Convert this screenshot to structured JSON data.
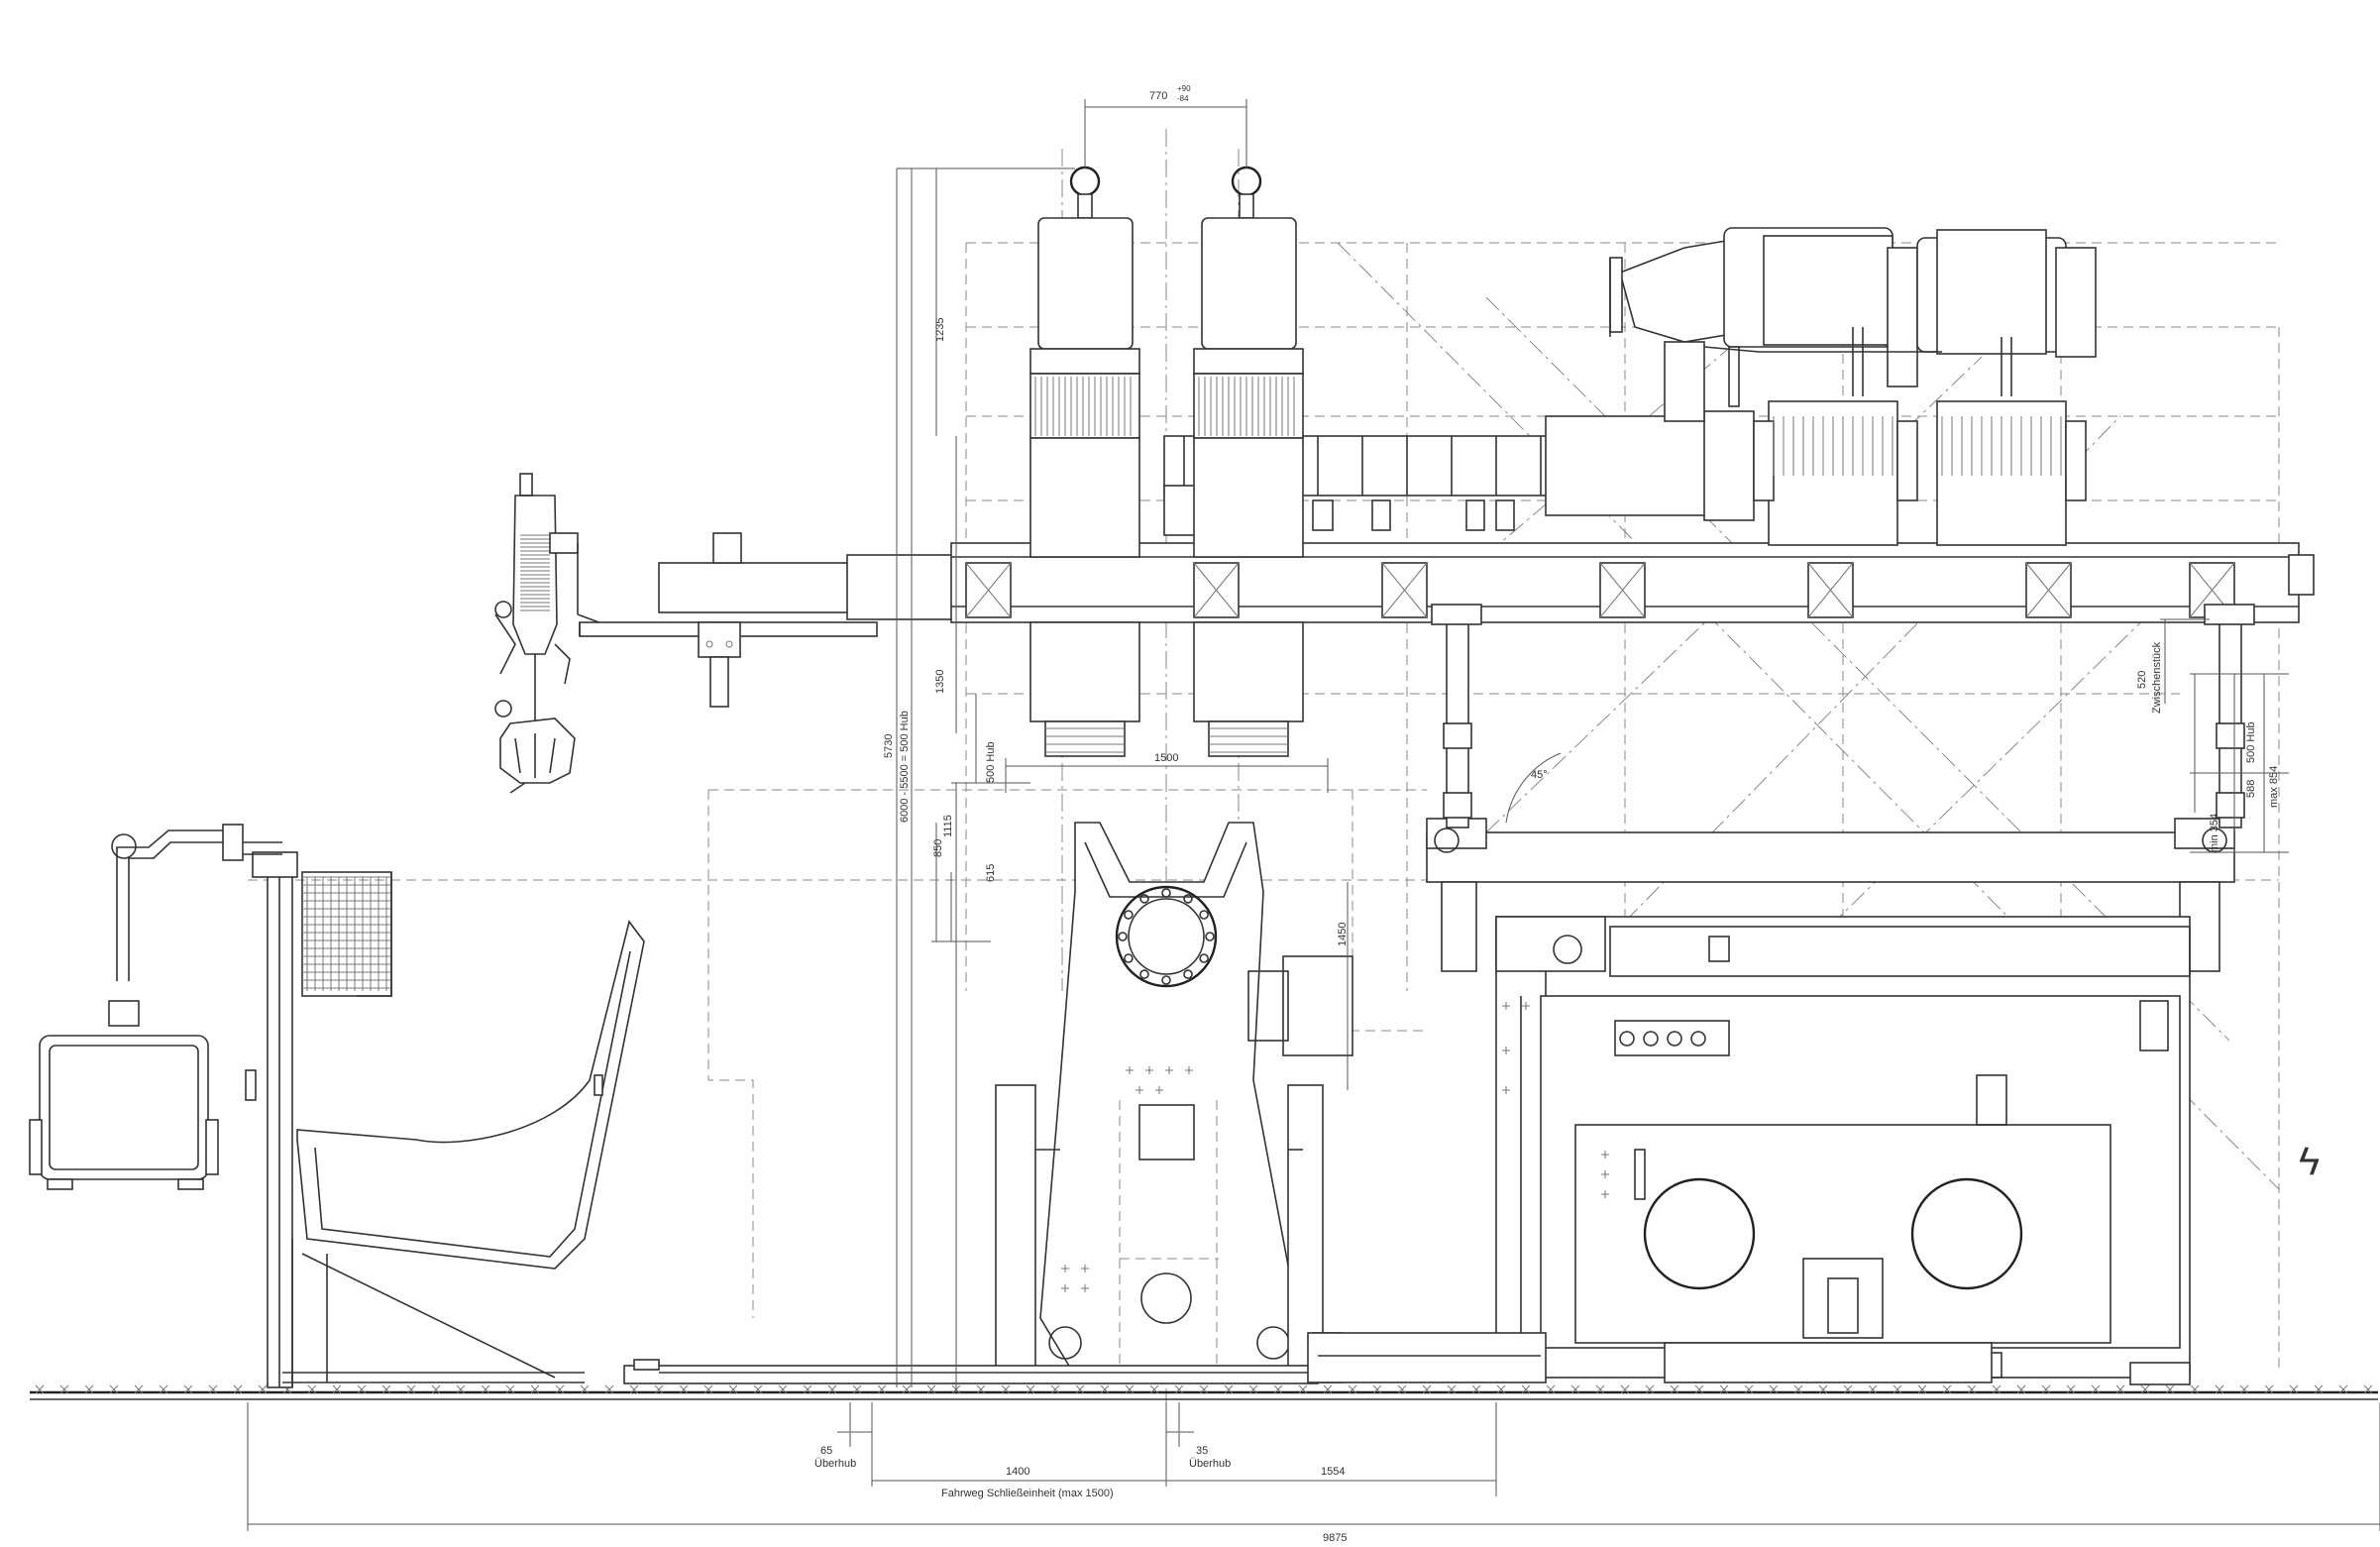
{
  "dimensions": {
    "top_spacing": "770",
    "top_tol_upper": "+90",
    "top_tol_lower": "-84",
    "v_1235": "1235",
    "v_1350": "1350",
    "v_5730": "5730",
    "v_stroke": "6000 - 5500 = 500 Hub",
    "v_500_hub": "500 Hub",
    "w_1500": "1500",
    "v_1115": "1115",
    "v_850": "850",
    "v_615": "615",
    "v_1450": "1450",
    "angle_45": "45°",
    "r_520": "520",
    "r_zwischenstueck": "Zwischenstück",
    "r_500_hub": "500 Hub",
    "r_max_854": "max 854",
    "r_min_354": "min 354",
    "r_588": "588",
    "b_65": "65",
    "b_ueberhub_left": "Überhub",
    "b_35": "35",
    "b_ueberhub_right": "Überhub",
    "b_1400": "1400",
    "b_1554": "1554",
    "b_fahrweg": "Fahrweg Schließeinheit (max 1500)",
    "b_9875": "9875"
  },
  "symbols": {
    "electrical_hazard": "ϟ"
  },
  "colors": {
    "line": "#333333",
    "background": "#ffffff"
  }
}
